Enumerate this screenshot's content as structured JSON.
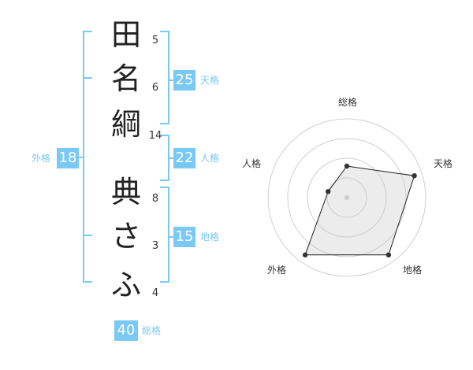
{
  "name": {
    "characters": [
      {
        "char": "田",
        "strokes": "5"
      },
      {
        "char": "名",
        "strokes": "6"
      },
      {
        "char": "綱",
        "strokes": "14"
      },
      {
        "char": "典",
        "strokes": "8"
      },
      {
        "char": "さ",
        "strokes": "3"
      },
      {
        "char": "ふ",
        "strokes": "4"
      }
    ]
  },
  "fortunes": {
    "tenkaku": {
      "value": "25",
      "label": "天格"
    },
    "jinkaku": {
      "value": "22",
      "label": "人格"
    },
    "chikaku": {
      "value": "15",
      "label": "地格"
    },
    "gaikaku": {
      "value": "18",
      "label": "外格"
    },
    "soukaku": {
      "value": "40",
      "label": "総格"
    }
  },
  "colors": {
    "accent": "#7ac8f4"
  },
  "chart_data": {
    "type": "radar",
    "axes": [
      "総格",
      "天格",
      "地格",
      "外格",
      "人格"
    ],
    "values": [
      1.6,
      3.6,
      3.6,
      3.6,
      1.0
    ],
    "max": 4,
    "rings": 4
  }
}
